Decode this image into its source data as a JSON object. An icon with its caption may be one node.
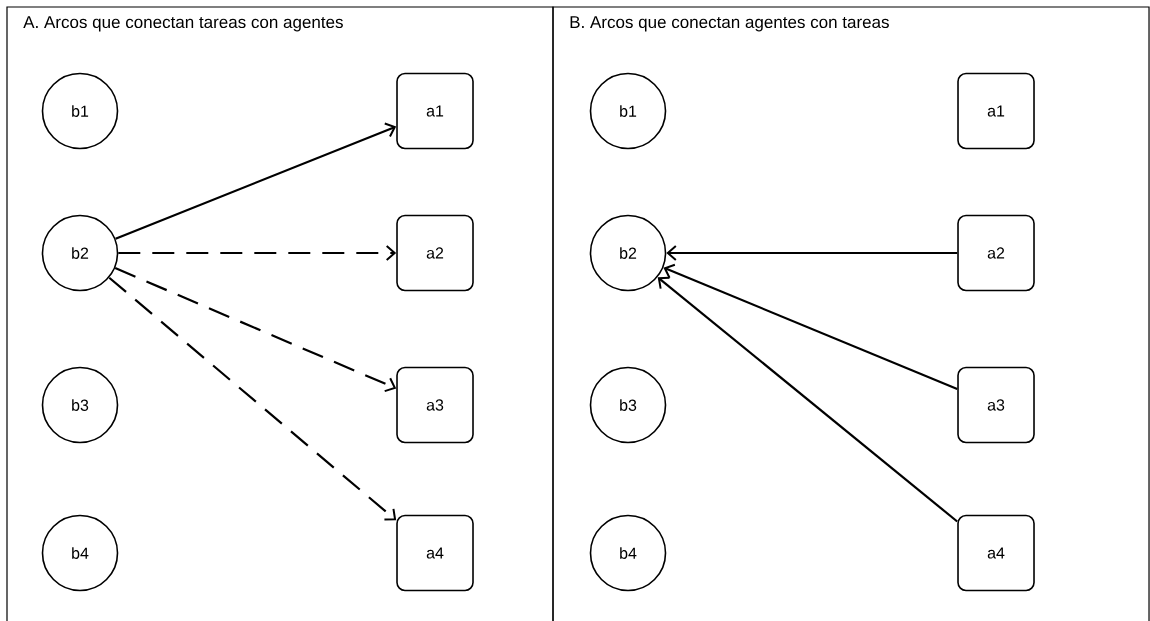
{
  "diagram": {
    "nodes": [
      {
        "text": [
          "A. Arcos que conectan tareas con agentes"
        ]
      },
      {
        "text": [
          "b1"
        ],
        "in": 0
      },
      {
        "text": [
          "b2"
        ],
        "in": 0
      },
      {
        "text": [
          "b3"
        ],
        "in": 0
      },
      {
        "text": [
          "b4"
        ],
        "in": 0
      },
      {
        "text": [
          "a1"
        ],
        "in": 0
      },
      {
        "text": [
          "a2"
        ],
        "in": 0
      },
      {
        "text": [
          "a3"
        ],
        "in": 0
      },
      {
        "text": [
          "a4"
        ],
        "in": 0
      },
      {
        "text": [
          "B.  Arcos que conectan agentes con tareas"
        ]
      },
      {
        "text": [
          "b1"
        ],
        "in": 9
      },
      {
        "text": [
          "b2"
        ],
        "in": 9
      },
      {
        "text": [
          "b3"
        ],
        "in": 9
      },
      {
        "text": [
          "b4"
        ],
        "in": 9
      },
      {
        "text": [
          "a1"
        ],
        "in": 9
      },
      {
        "text": [
          "a2"
        ],
        "in": 9
      },
      {
        "text": [
          "a3"
        ],
        "in": 9
      },
      {
        "text": [
          "a4"
        ],
        "in": 9
      }
    ],
    "edges": [
      {
        "from": 2,
        "to": 5,
        "arrow": "to"
      },
      {
        "from": 2,
        "to": 6,
        "arrow": "to",
        "style": "dashed"
      },
      {
        "from": 2,
        "to": 7,
        "arrow": "to",
        "style": "dashed"
      },
      {
        "from": 2,
        "to": 8,
        "arrow": "to",
        "style": "dashed"
      },
      {
        "from": 15,
        "to": 11,
        "arrow": "to"
      },
      {
        "from": 16,
        "to": 11,
        "arrow": "to"
      },
      {
        "from": 17,
        "to": 11,
        "arrow": "to"
      }
    ]
  }
}
